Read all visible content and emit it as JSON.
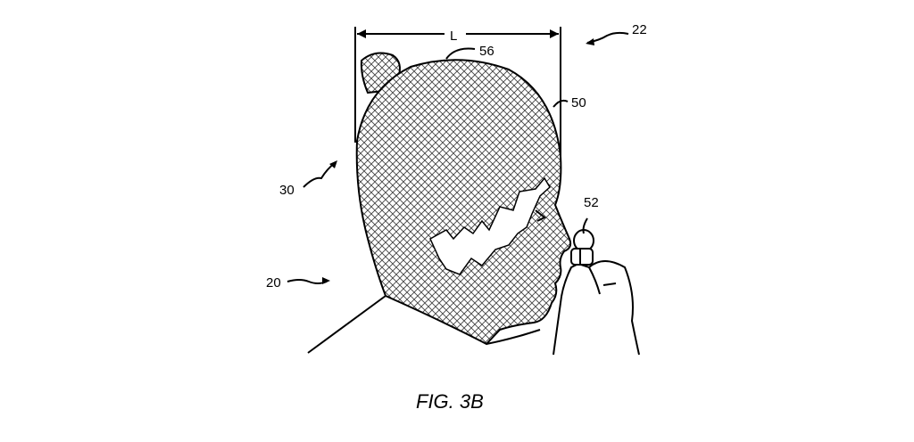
{
  "figure": {
    "caption": "FIG. 3B",
    "labels": {
      "dimension": "L",
      "crown": "56",
      "assembly": "22",
      "outline": "50",
      "head": "30",
      "user": "20",
      "tool": "52"
    }
  }
}
